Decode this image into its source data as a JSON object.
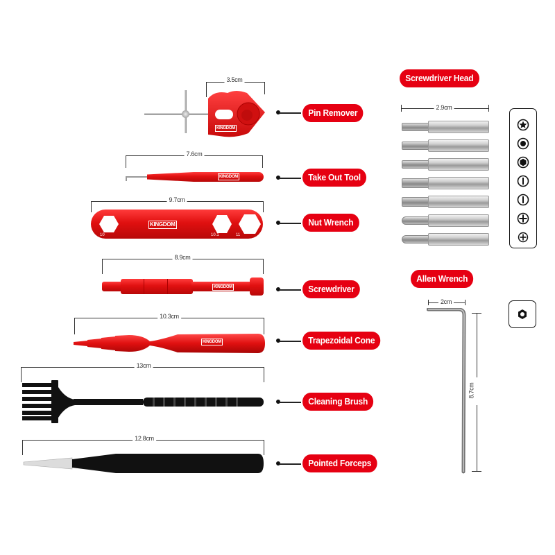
{
  "labels": {
    "pin_remover": "Pin Remover",
    "take_out_tool": "Take Out Tool",
    "nut_wrench": "Nut Wrench",
    "screwdriver": "Screwdriver",
    "trapezoidal_cone": "Trapezoidal Cone",
    "cleaning_brush": "Cleaning Brush",
    "pointed_forceps": "Pointed Forceps",
    "screwdriver_head": "Screwdriver Head",
    "allen_wrench": "Allen Wrench"
  },
  "dimensions": {
    "pin_remover": "3.5cm",
    "take_out_tool": "7.6cm",
    "nut_wrench": "9.7cm",
    "screwdriver": "8.9cm",
    "trapezoidal_cone": "10.3cm",
    "cleaning_brush": "13cm",
    "pointed_forceps": "12.8cm",
    "screwdriver_head": "2.9cm",
    "allen_wrench_width": "2cm",
    "allen_wrench_height": "8.7cm"
  },
  "nut_wrench_sizes": [
    "10",
    "10.1",
    "11"
  ],
  "brand": "KINGDOM",
  "screwdriver_head_icons": [
    "torx-star",
    "hex-small",
    "hex-large",
    "slotted",
    "slotted",
    "phillips-large",
    "phillips-small"
  ],
  "allen_wrench_icon": "hex-nut",
  "colors": {
    "accent_red": "#e60012",
    "background": "#ffffff",
    "tool_red": "#e01010",
    "tool_black": "#111111",
    "steel": "#b5b5b5"
  }
}
